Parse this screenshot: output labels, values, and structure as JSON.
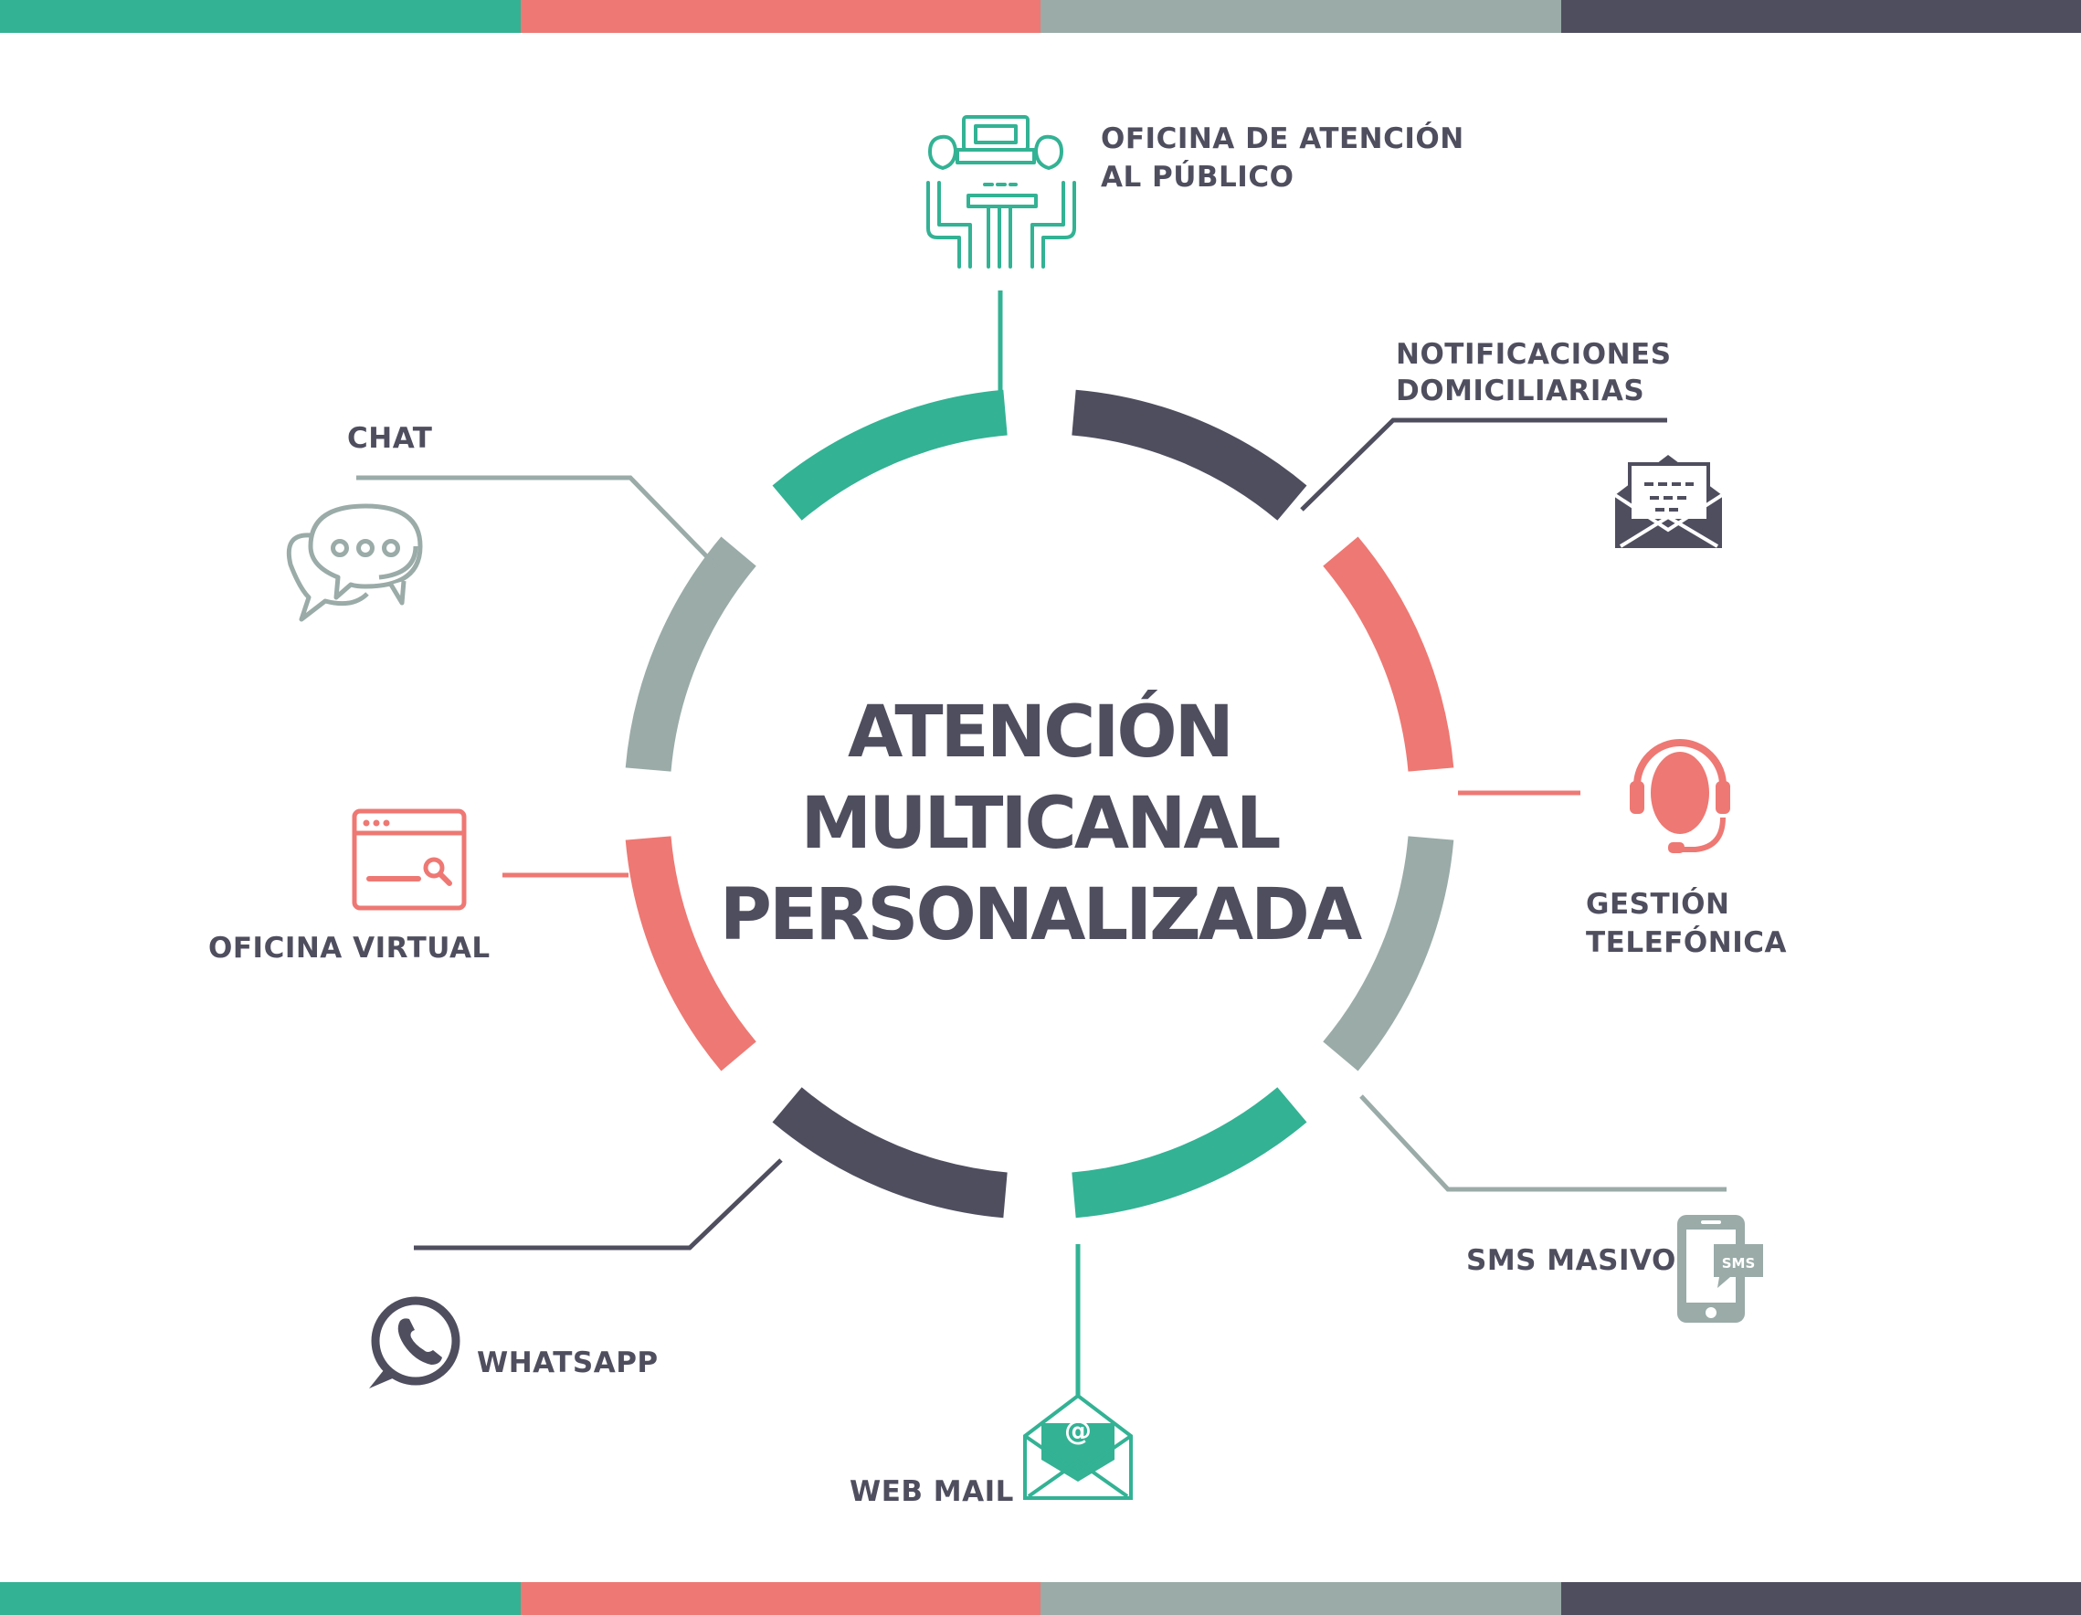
{
  "colors": {
    "teal": "#33b294",
    "coral": "#ee7873",
    "gray": "#9aaba8",
    "dark": "#4f4e5f"
  },
  "bands": [
    "#33b294",
    "#ee7873",
    "#9aaba8",
    "#4f4e5f"
  ],
  "center": {
    "line1": "ATENCIÓN",
    "line2": "MULTICANAL",
    "line3": "PERSONALIZADA"
  },
  "channels": {
    "oficina_publico": {
      "line1": "OFICINA DE ATENCIÓN",
      "line2": "AL PÚBLICO",
      "icon": "service-desk-icon",
      "color": "teal"
    },
    "notificaciones": {
      "line1": "NOTIFICACIONES",
      "line2": "DOMICILIARIAS",
      "icon": "open-envelope-icon",
      "color": "dark"
    },
    "telefonica": {
      "line1": "GESTIÓN",
      "line2": "TELEFÓNICA",
      "icon": "headset-icon",
      "color": "coral"
    },
    "sms": {
      "line1": "SMS MASIVO",
      "icon": "mobile-sms-icon",
      "icon_text": "SMS",
      "color": "gray"
    },
    "webmail": {
      "line1": "WEB MAIL",
      "icon": "email-at-icon",
      "icon_text": "@",
      "color": "teal"
    },
    "whatsapp": {
      "line1": "WHATSAPP",
      "icon": "whatsapp-icon",
      "color": "dark"
    },
    "oficina_virtual": {
      "line1": "OFICINA VIRTUAL",
      "icon": "browser-search-icon",
      "color": "coral"
    },
    "chat": {
      "line1": "CHAT",
      "icon": "chat-bubbles-icon",
      "color": "gray"
    }
  }
}
